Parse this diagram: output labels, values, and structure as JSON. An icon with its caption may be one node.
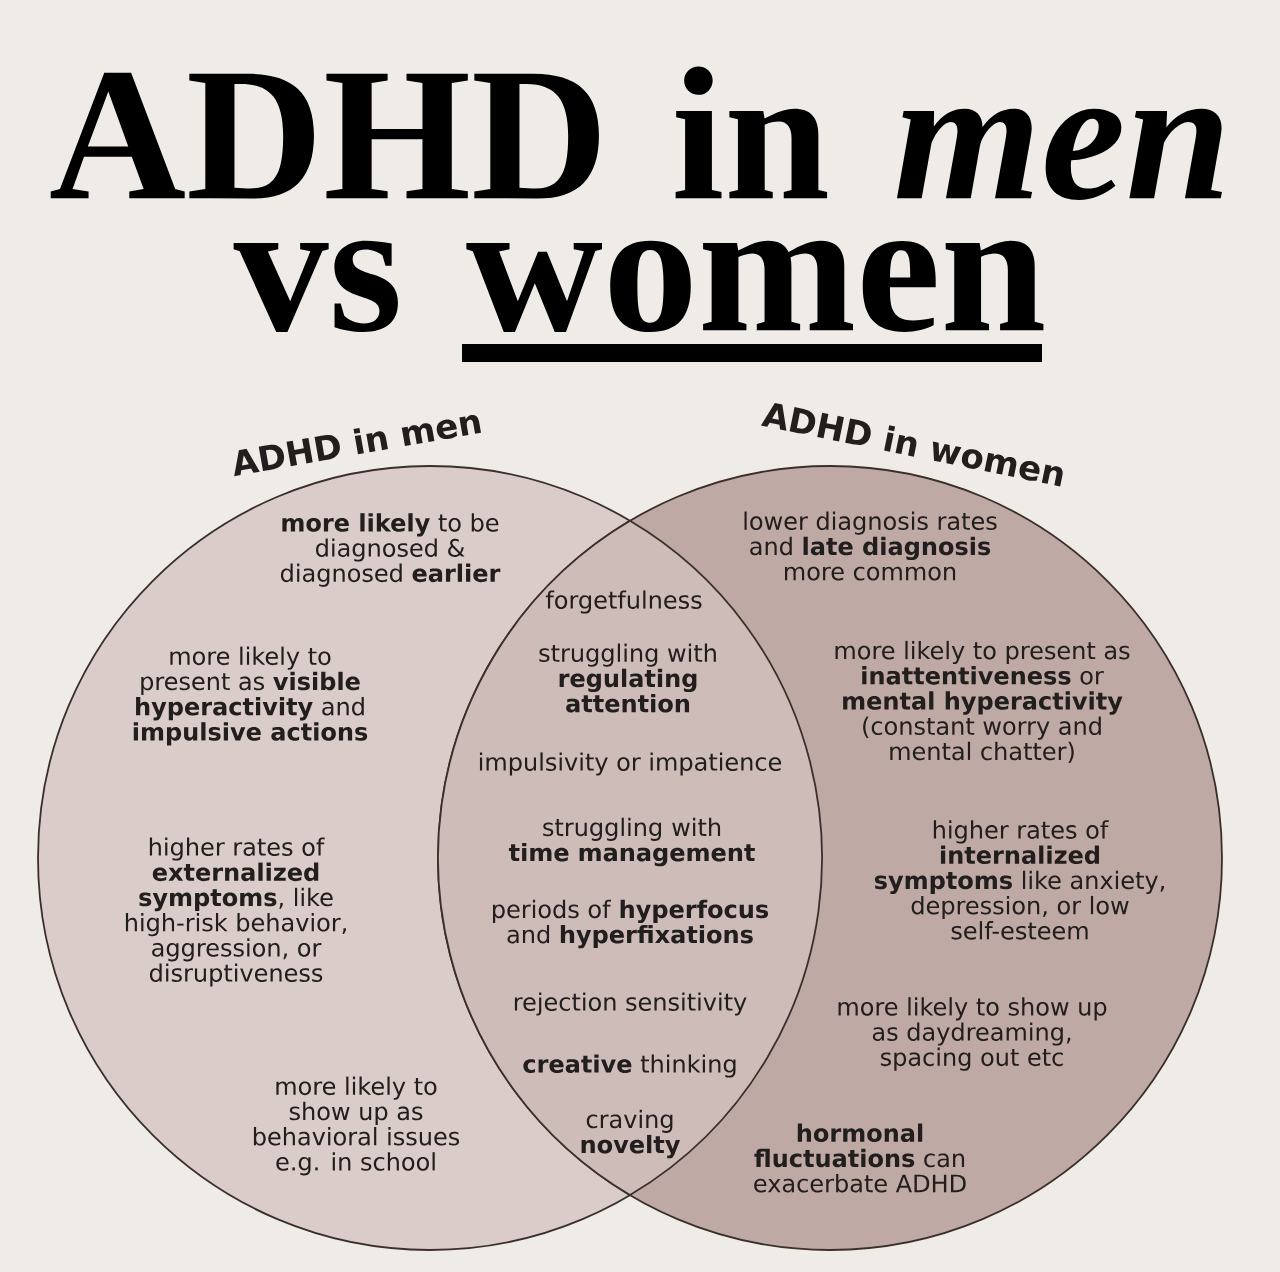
{
  "diagram": {
    "title": "ADHD in *men* vs women",
    "nodes": [
      {
        "text": [
          "ADHD in men",
          "**more likely** to be diagnosed & diagnosed **earlier**",
          "more likely to present as **visible hyperactivity** and **impulsive actions**",
          "higher rates of **externalized symptoms**, like high-risk behavior, aggression, or disruptiveness",
          "more likely to show up as behavioral issues e.g. in school"
        ]
      },
      {
        "text": [
          "forgetfulness",
          "struggling with **regulating attention**",
          "impulsivity or impatience",
          "struggling with **time management**",
          "periods of **hyperfocus** and **hyperfixations**",
          "rejection sensitivity",
          "**creative** thinking",
          "craving **novelty**"
        ]
      },
      {
        "text": [
          "ADHD in women",
          "lower diagnosis rates and **late diagnosis** more common",
          "more likely to present as **inattentiveness** or **mental hyperactivity** (constant worry and mental chatter)",
          "higher rates of **internalized symptoms** like anxiety, depression, or low self-esteem",
          "more likely to show up as daydreaming, spacing out etc",
          "**hormonal fluctuations** can exacerbate ADHD"
        ]
      }
    ]
  }
}
